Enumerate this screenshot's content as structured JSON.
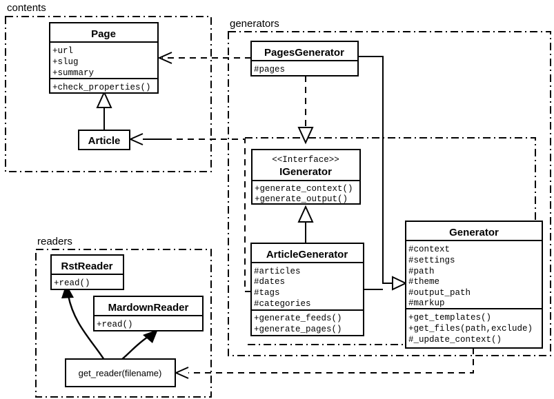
{
  "diagram": {
    "type": "uml-class-diagram",
    "colors": {
      "stroke": "#000000",
      "fill": "#ffffff",
      "background": "#ffffff"
    }
  },
  "packages": [
    {
      "id": "contents",
      "label": "contents"
    },
    {
      "id": "generators",
      "label": "generators"
    },
    {
      "id": "readers",
      "label": "readers"
    }
  ],
  "classes": {
    "page": {
      "name": "Page",
      "attributes": [
        "+url",
        "+slug",
        "+summary"
      ],
      "methods": [
        "+check_properties()"
      ]
    },
    "article": {
      "name": "Article",
      "attributes": [],
      "methods": []
    },
    "pages_generator": {
      "name": "PagesGenerator",
      "attributes": [
        "#pages"
      ],
      "methods": []
    },
    "igenerator": {
      "stereotype": "<<Interface>>",
      "name": "IGenerator",
      "attributes": [],
      "methods": [
        "+generate_context()",
        "+generate_output()"
      ]
    },
    "article_generator": {
      "name": "ArticleGenerator",
      "attributes": [
        "#articles",
        "#dates",
        "#tags",
        "#categories"
      ],
      "methods": [
        "+generate_feeds()",
        "+generate_pages()"
      ]
    },
    "generator": {
      "name": "Generator",
      "attributes": [
        "#context",
        "#settings",
        "#path",
        "#theme",
        "#output_path",
        "#markup"
      ],
      "methods": [
        "+get_templates()",
        "+get_files(path,exclude)",
        "#_update_context()"
      ]
    },
    "rst_reader": {
      "name": "RstReader",
      "attributes": [],
      "methods": [
        "+read()"
      ]
    },
    "mardown_reader": {
      "name": "MardownReader",
      "attributes": [],
      "methods": [
        "+read()"
      ]
    }
  },
  "functions": {
    "get_reader": {
      "label": "get_reader(filename)"
    }
  },
  "relationships": [
    {
      "from": "article",
      "to": "page",
      "type": "generalization",
      "arrow": "hollow-triangle"
    },
    {
      "from": "pages_generator",
      "to": "igenerator",
      "type": "realization",
      "arrow": "hollow-triangle-dashed"
    },
    {
      "from": "article_generator",
      "to": "igenerator",
      "type": "generalization",
      "arrow": "hollow-triangle"
    },
    {
      "from": "pages_generator",
      "to": "generator",
      "type": "generalization",
      "arrow": "hollow-triangle"
    },
    {
      "from": "article_generator",
      "to": "generator",
      "type": "generalization",
      "arrow": "hollow-triangle"
    },
    {
      "from": "pages_generator",
      "to": "page",
      "type": "dependency",
      "arrow": "open"
    },
    {
      "from": "article_generator",
      "to": "article",
      "type": "dependency",
      "arrow": "open"
    },
    {
      "from": "generator",
      "to": "get_reader",
      "type": "dependency",
      "arrow": "open"
    },
    {
      "from": "get_reader",
      "to": "rst_reader",
      "type": "returns",
      "arrow": "solid-filled"
    },
    {
      "from": "get_reader",
      "to": "mardown_reader",
      "type": "returns",
      "arrow": "solid-filled"
    }
  ]
}
